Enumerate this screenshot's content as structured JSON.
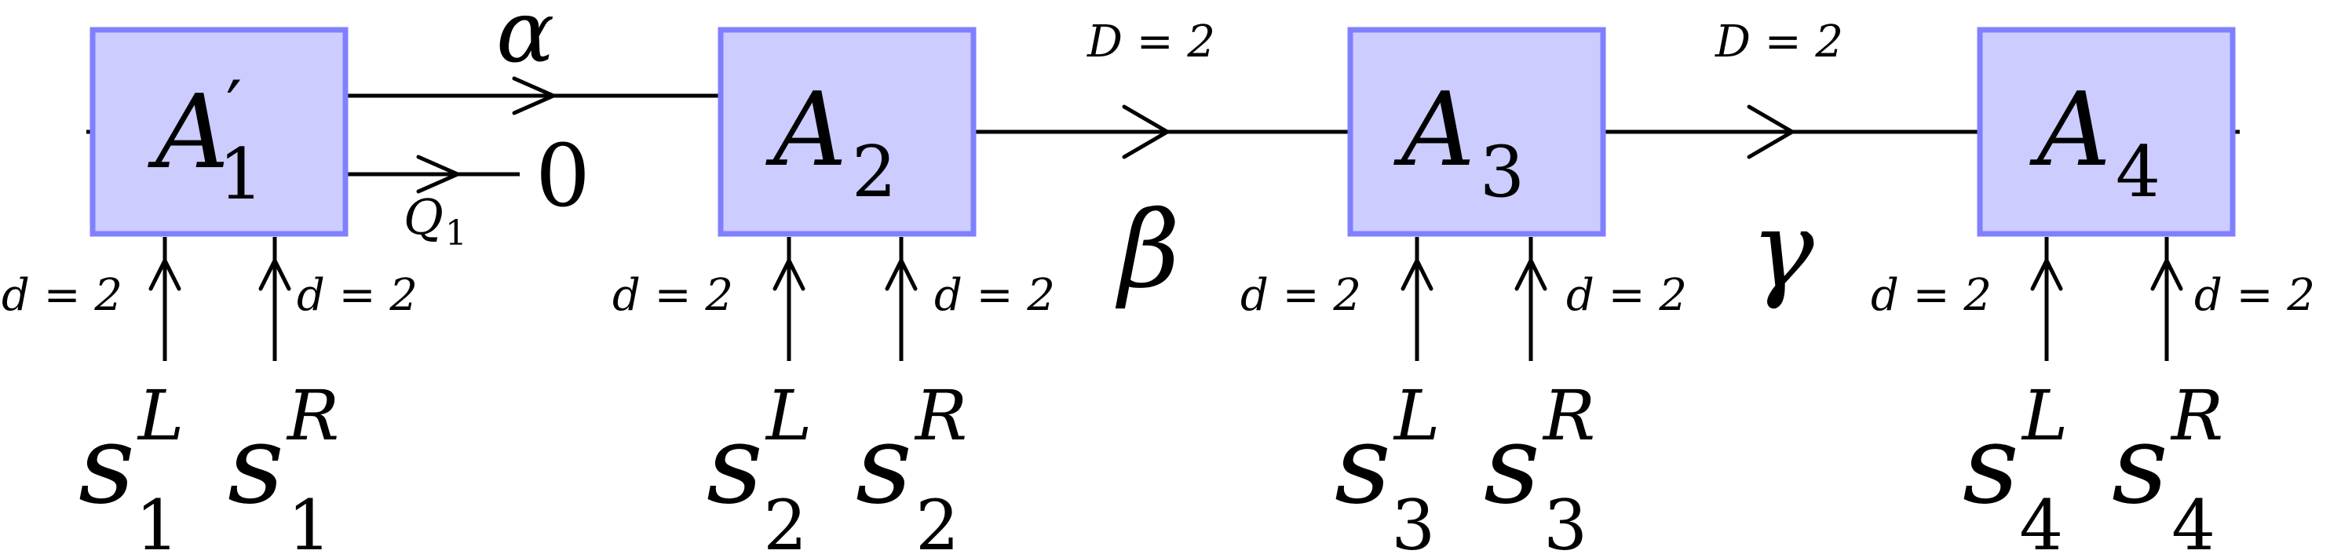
{
  "sites": [
    {
      "tensor": {
        "base": "A",
        "prime": "′",
        "sub": "1"
      },
      "phys_left": {
        "base": "s",
        "sup": "L",
        "sub": "1"
      },
      "phys_right": {
        "base": "s",
        "sup": "R",
        "sub": "1"
      },
      "dim_left": "d = 2",
      "dim_right": "d = 2"
    },
    {
      "tensor": {
        "base": "A",
        "prime": "",
        "sub": "2"
      },
      "phys_left": {
        "base": "s",
        "sup": "L",
        "sub": "2"
      },
      "phys_right": {
        "base": "s",
        "sup": "R",
        "sub": "2"
      },
      "dim_left": "d = 2",
      "dim_right": "d = 2"
    },
    {
      "tensor": {
        "base": "A",
        "prime": "",
        "sub": "3"
      },
      "phys_left": {
        "base": "s",
        "sup": "L",
        "sub": "3"
      },
      "phys_right": {
        "base": "s",
        "sup": "R",
        "sub": "3"
      },
      "dim_left": "d = 2",
      "dim_right": "d = 2"
    },
    {
      "tensor": {
        "base": "A",
        "prime": "",
        "sub": "4"
      },
      "phys_left": {
        "base": "s",
        "sup": "L",
        "sub": "4"
      },
      "phys_right": {
        "base": "s",
        "sup": "R",
        "sub": "4"
      },
      "dim_left": "d = 2",
      "dim_right": "d = 2"
    }
  ],
  "bonds": [
    {
      "label": "α",
      "dim": ""
    },
    {
      "label": "β",
      "dim": "D = 2"
    },
    {
      "label": "γ",
      "dim": "D = 2"
    }
  ],
  "charge_leg": {
    "label_base": "Q",
    "label_sub": "1",
    "value": "0"
  },
  "colors": {
    "box_fill": "#ccccff",
    "box_stroke": "#8080ff",
    "ink": "#000000"
  }
}
